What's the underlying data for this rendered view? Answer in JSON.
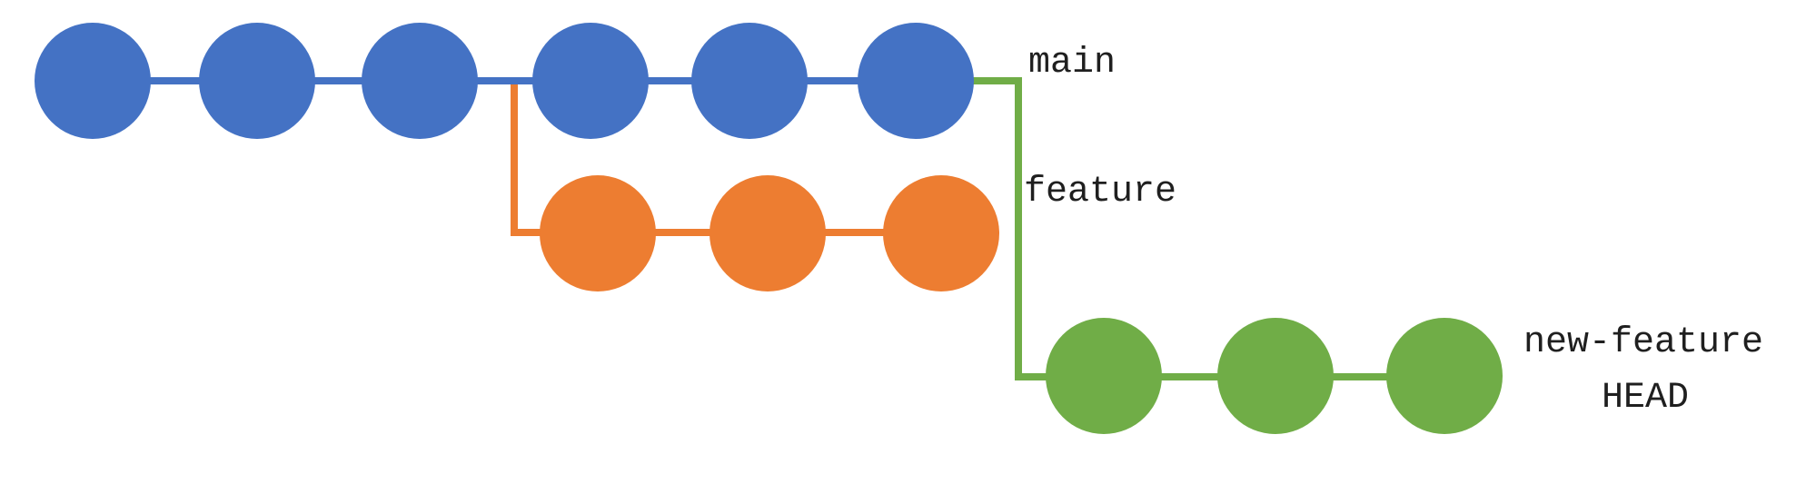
{
  "diagram": {
    "type": "git-branch-graph",
    "background_color": "#ffffff",
    "text_color": "#1f1f1f",
    "branches": {
      "main": {
        "label": "main",
        "color": "#4472C4",
        "commit_count": 6
      },
      "feature": {
        "label": "feature",
        "color": "#ED7D31",
        "commit_count": 3,
        "forked_from": "main"
      },
      "new_feature": {
        "label": "new-feature",
        "color": "#70AD47",
        "commit_count": 3,
        "forked_from": "main"
      }
    },
    "head": {
      "label": "HEAD"
    }
  }
}
